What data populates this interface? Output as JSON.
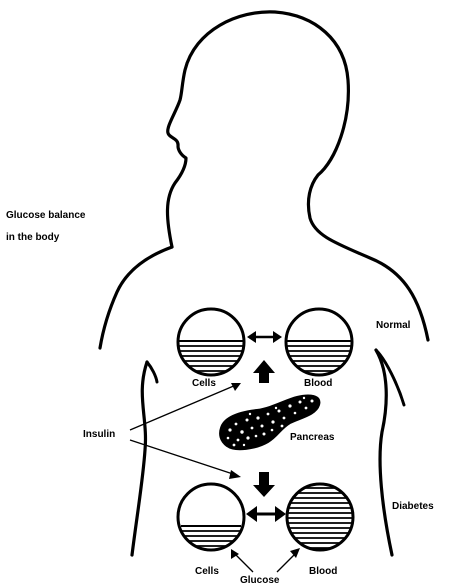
{
  "title_line1": "Glucose balance",
  "title_line2": "in the body",
  "labels": {
    "normal": "Normal",
    "diabetes": "Diabetes",
    "insulin": "Insulin",
    "pancreas": "Pancreas",
    "glucose": "Glucose",
    "cells_normal": "Cells",
    "blood_normal": "Blood",
    "cells_diabetes": "Cells",
    "blood_diabetes": "Blood"
  },
  "colors": {
    "ink": "#000000",
    "background": "#ffffff"
  }
}
